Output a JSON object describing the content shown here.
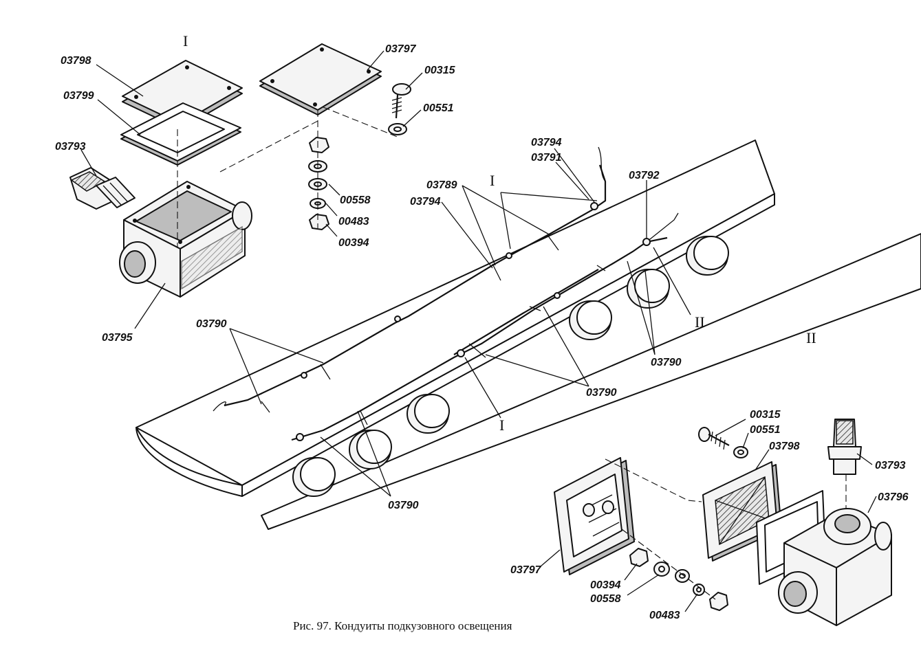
{
  "figure": {
    "caption": "Рис. 97. Кондуиты подкузовного освещения",
    "view_markers": {
      "top_left": "I",
      "right": "II",
      "chassis_I_top": "I",
      "chassis_I_bottom": "I",
      "chassis_II": "II"
    },
    "labels": {
      "l03798_a": "03798",
      "l03797_a": "03797",
      "l00315_a": "00315",
      "l03799": "03799",
      "l00551_a": "00551",
      "l03793_a": "03793",
      "l00558_a": "00558",
      "l00483_a": "00483",
      "l00394_a": "00394",
      "l03795": "03795",
      "l03794_a": "03794",
      "l03791": "03791",
      "l03789": "03789",
      "l03794_b": "03794",
      "l03792": "03792",
      "l03790_a": "03790",
      "l03790_b": "03790",
      "l03790_c": "03790",
      "l03790_d": "03790",
      "l00315_b": "00315",
      "l00551_b": "00551",
      "l03798_b": "03798",
      "l03793_b": "03793",
      "l03796": "03796",
      "l03797_b": "03797",
      "l00394_b": "00394",
      "l00558_b": "00558",
      "l00483_b": "00483"
    }
  }
}
